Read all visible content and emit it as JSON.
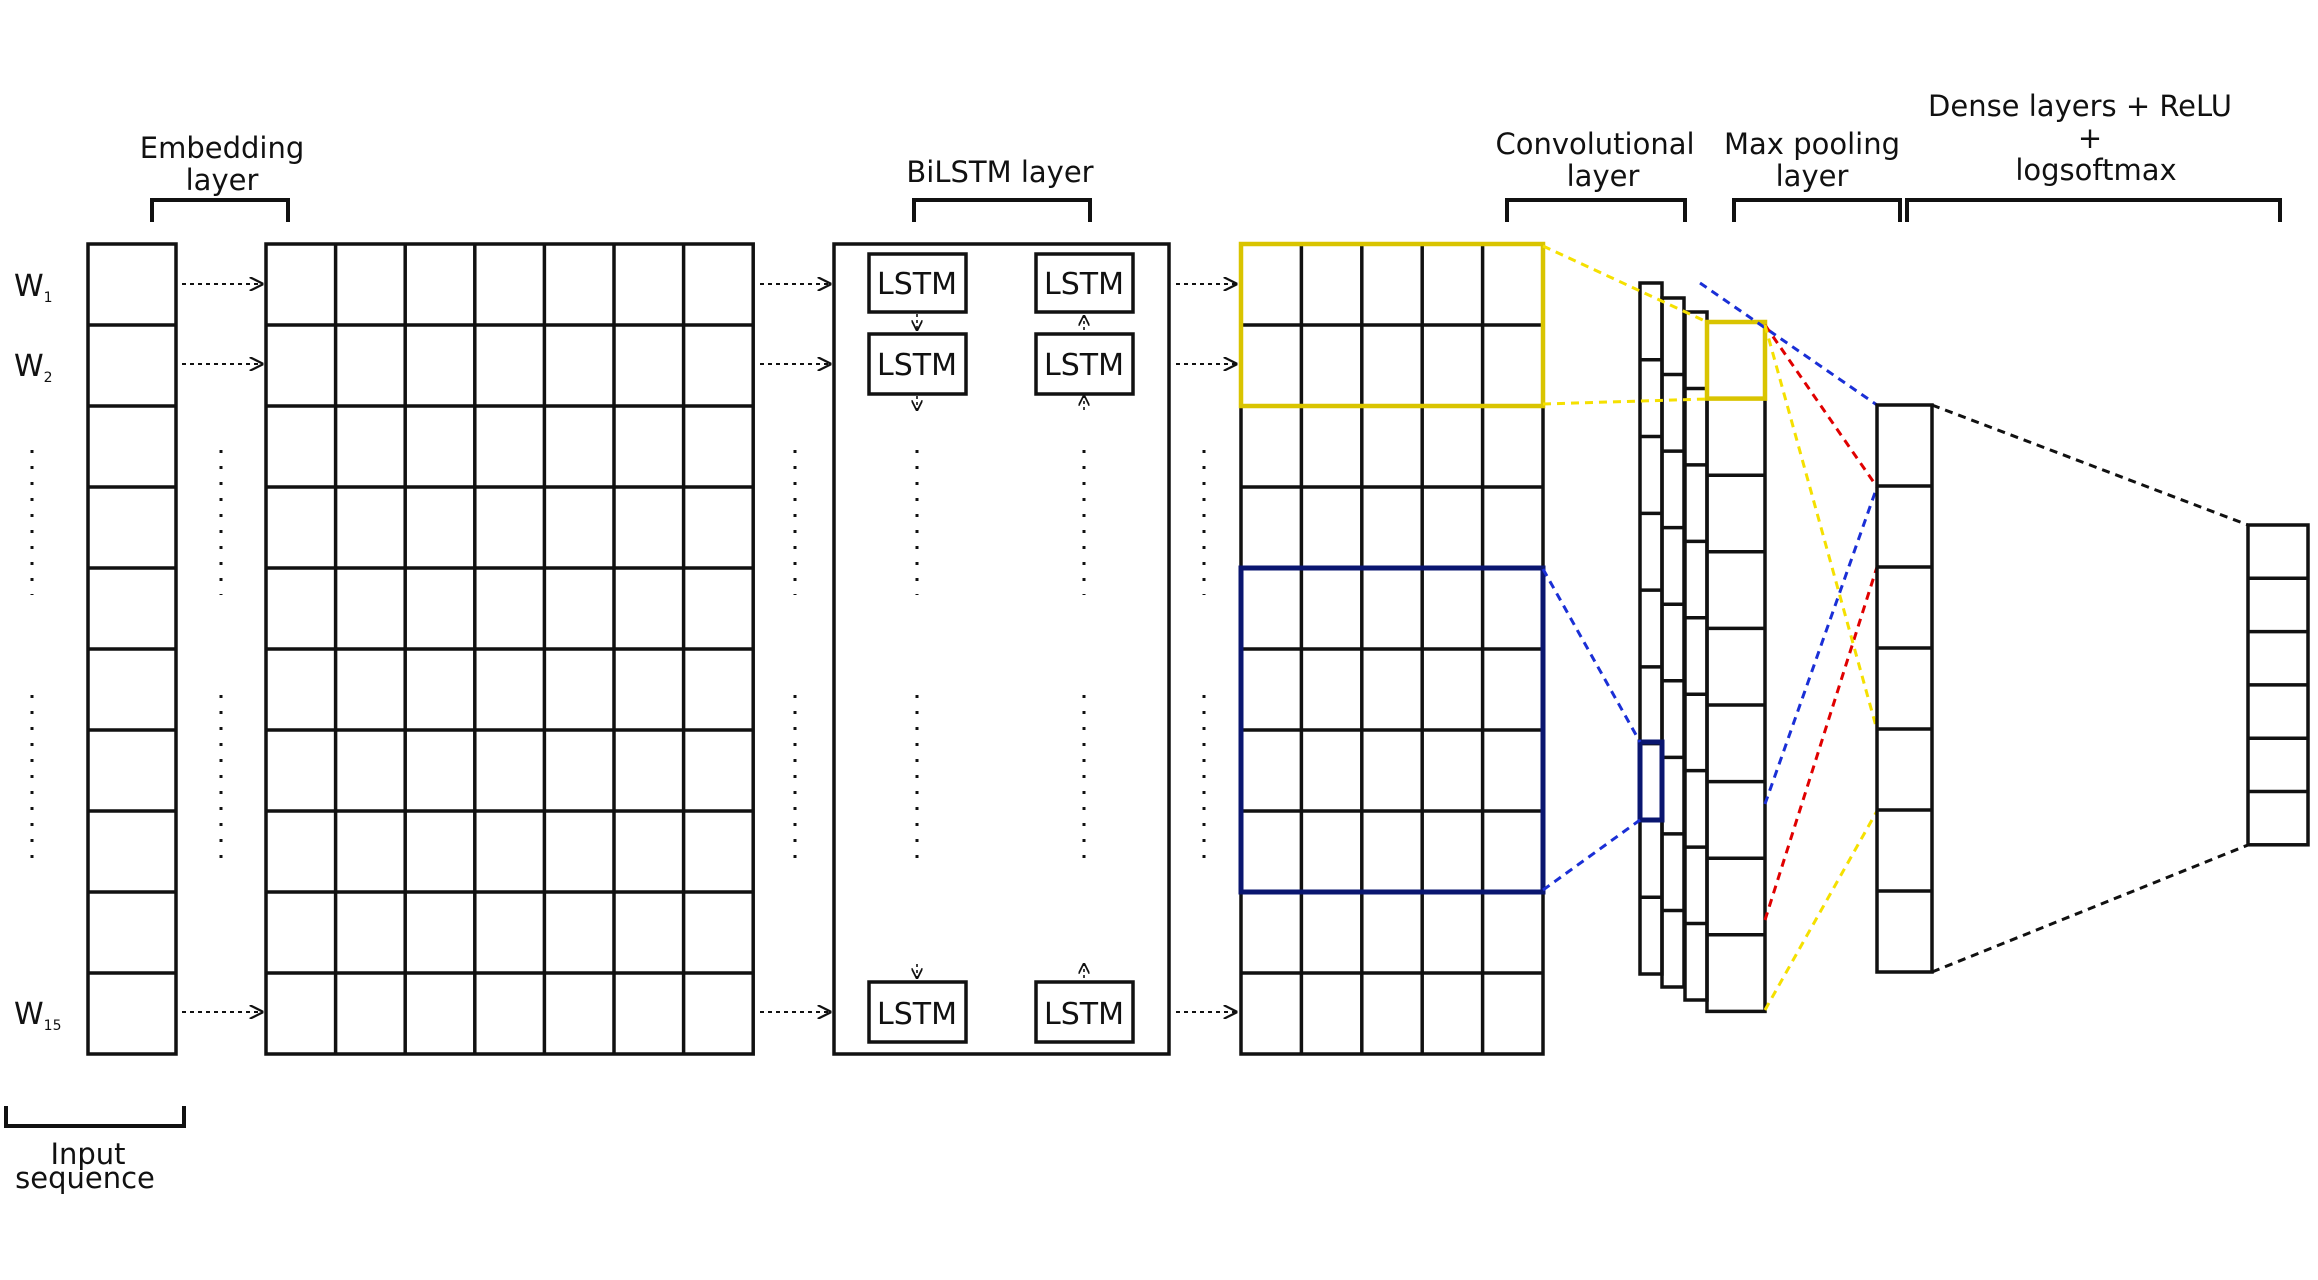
{
  "labels": {
    "embedding": [
      "Embedding",
      "layer"
    ],
    "bilstm": "BiLSTM layer",
    "convolutional": [
      "Convolutional",
      "layer"
    ],
    "max_pooling": [
      "Max pooling",
      "layer"
    ],
    "dense": [
      "Dense layers + ReLU",
      "+",
      "logsoftmax"
    ],
    "input": [
      "Input",
      "sequence"
    ]
  },
  "words": [
    {
      "base": "W",
      "sub": "1"
    },
    {
      "base": "W",
      "sub": "2"
    },
    {
      "base": "W",
      "sub": "15"
    }
  ],
  "lstm_label": "LSTM",
  "colors": {
    "stroke": "#111111",
    "yellow": "#f5e000",
    "yellow_box": "#d9c400",
    "navy": "#0a1670",
    "blue": "#1a2fd6",
    "red": "#e00000"
  }
}
